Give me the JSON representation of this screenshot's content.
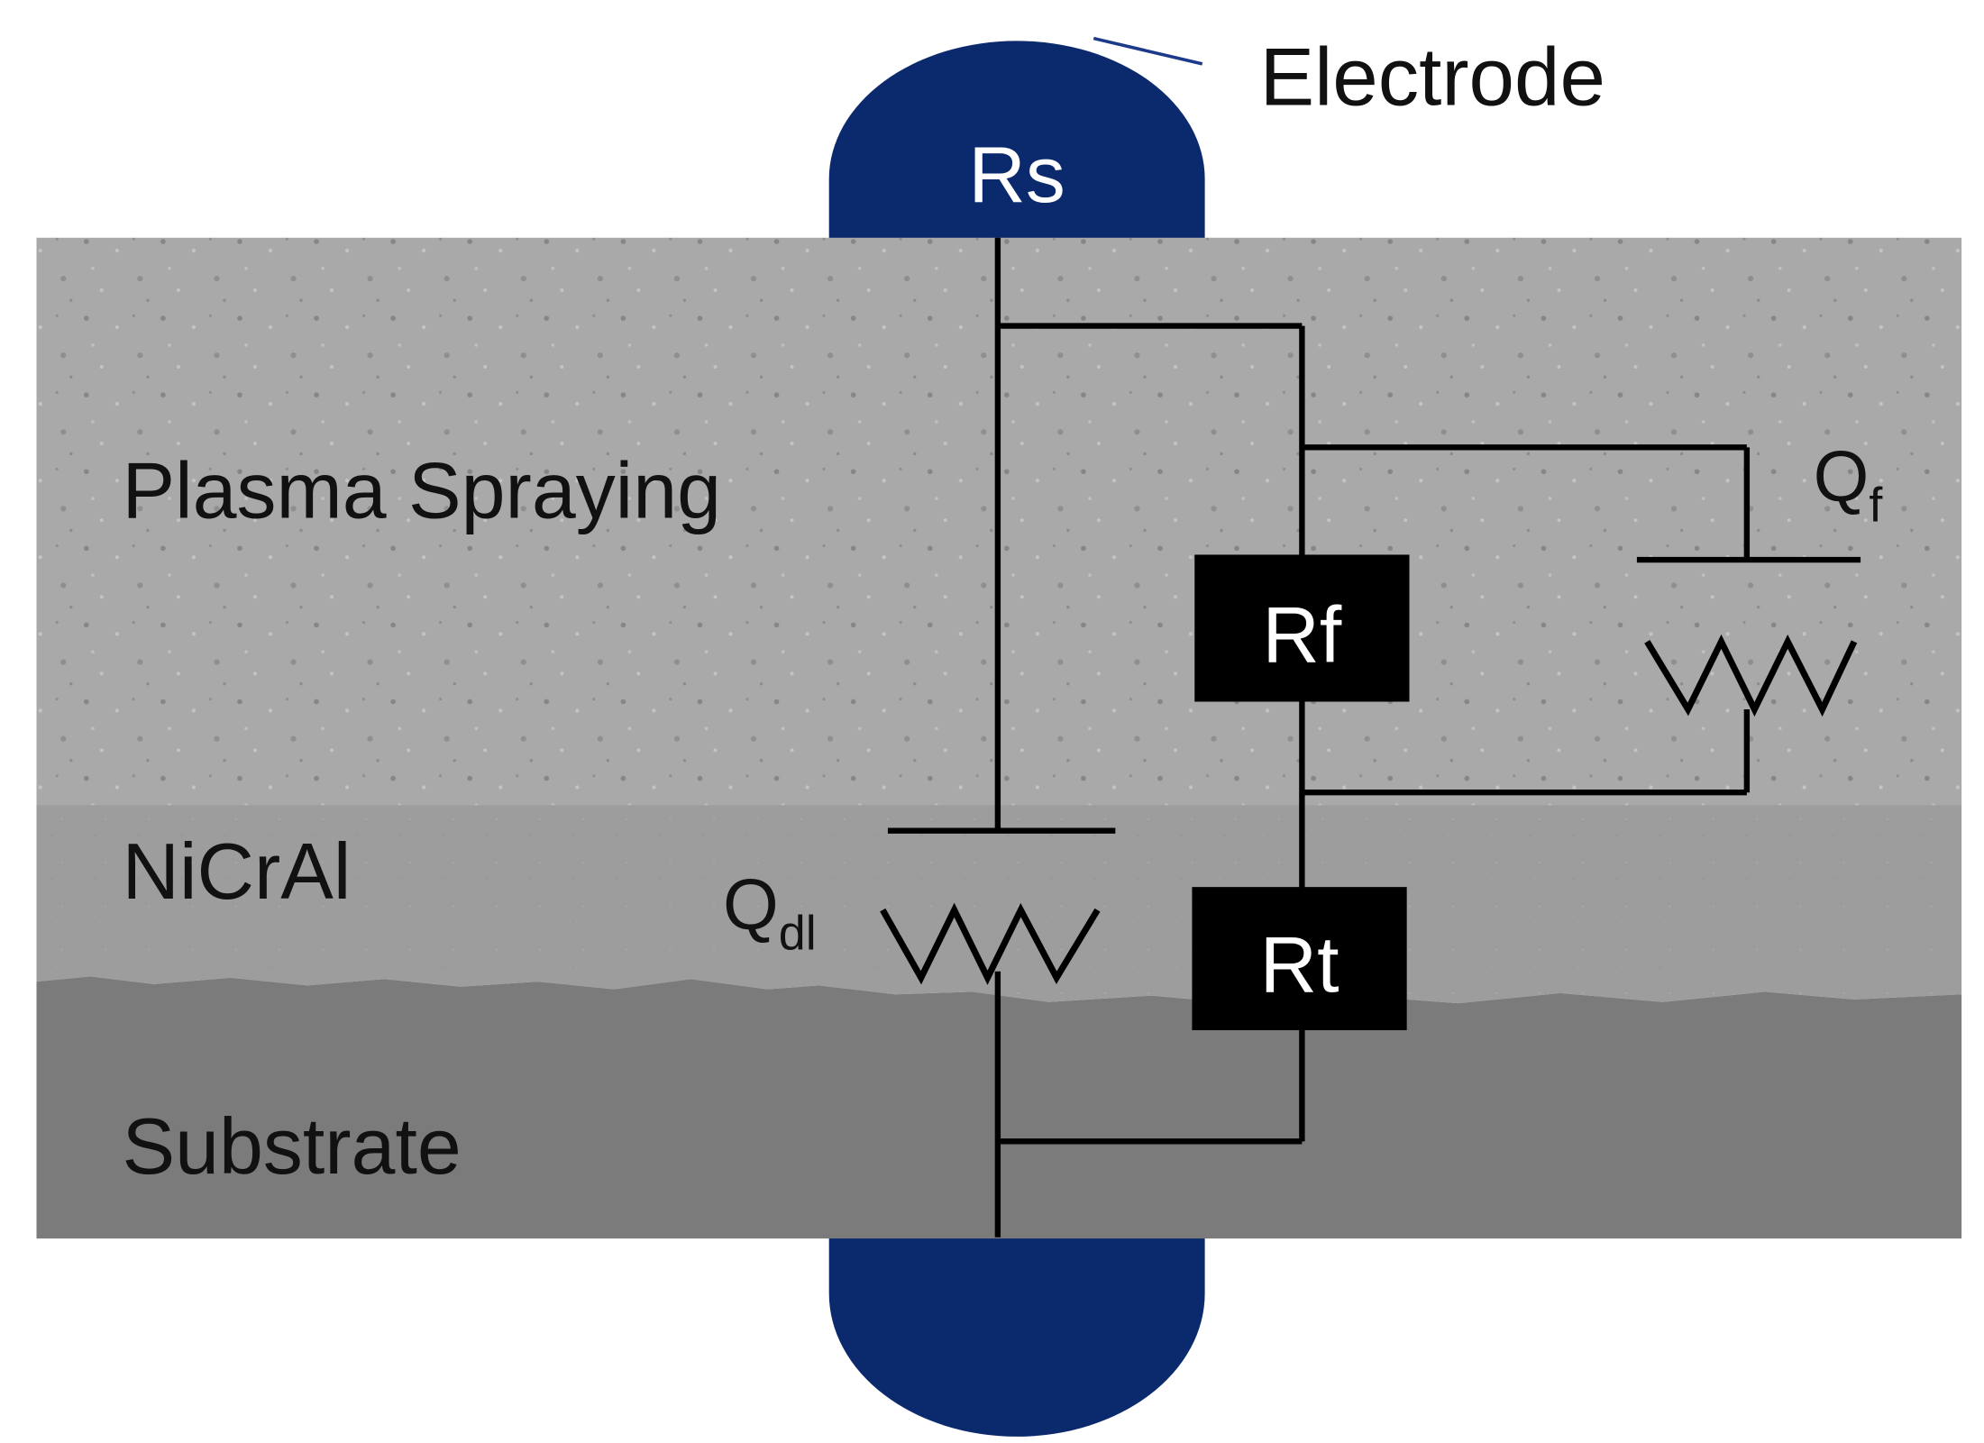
{
  "colors": {
    "electrode": "#0b2a6e",
    "plasma_layer": "#a9a9a9",
    "bond_layer": "#9d9d9d",
    "substrate": "#7b7b7b",
    "resistor_box": "#000000",
    "box_text": "#ffffff"
  },
  "labels": {
    "electrode": "Electrode",
    "plasma": "Plasma Spraying",
    "bondcoat": "NiCrAl",
    "substrate": "Substrate"
  },
  "components": {
    "rs": "Rs",
    "rf": "Rf",
    "rt": "Rt",
    "qf_main": "Q",
    "qf_sub": "f",
    "qdl_main": "Q",
    "qdl_sub": "dl"
  }
}
